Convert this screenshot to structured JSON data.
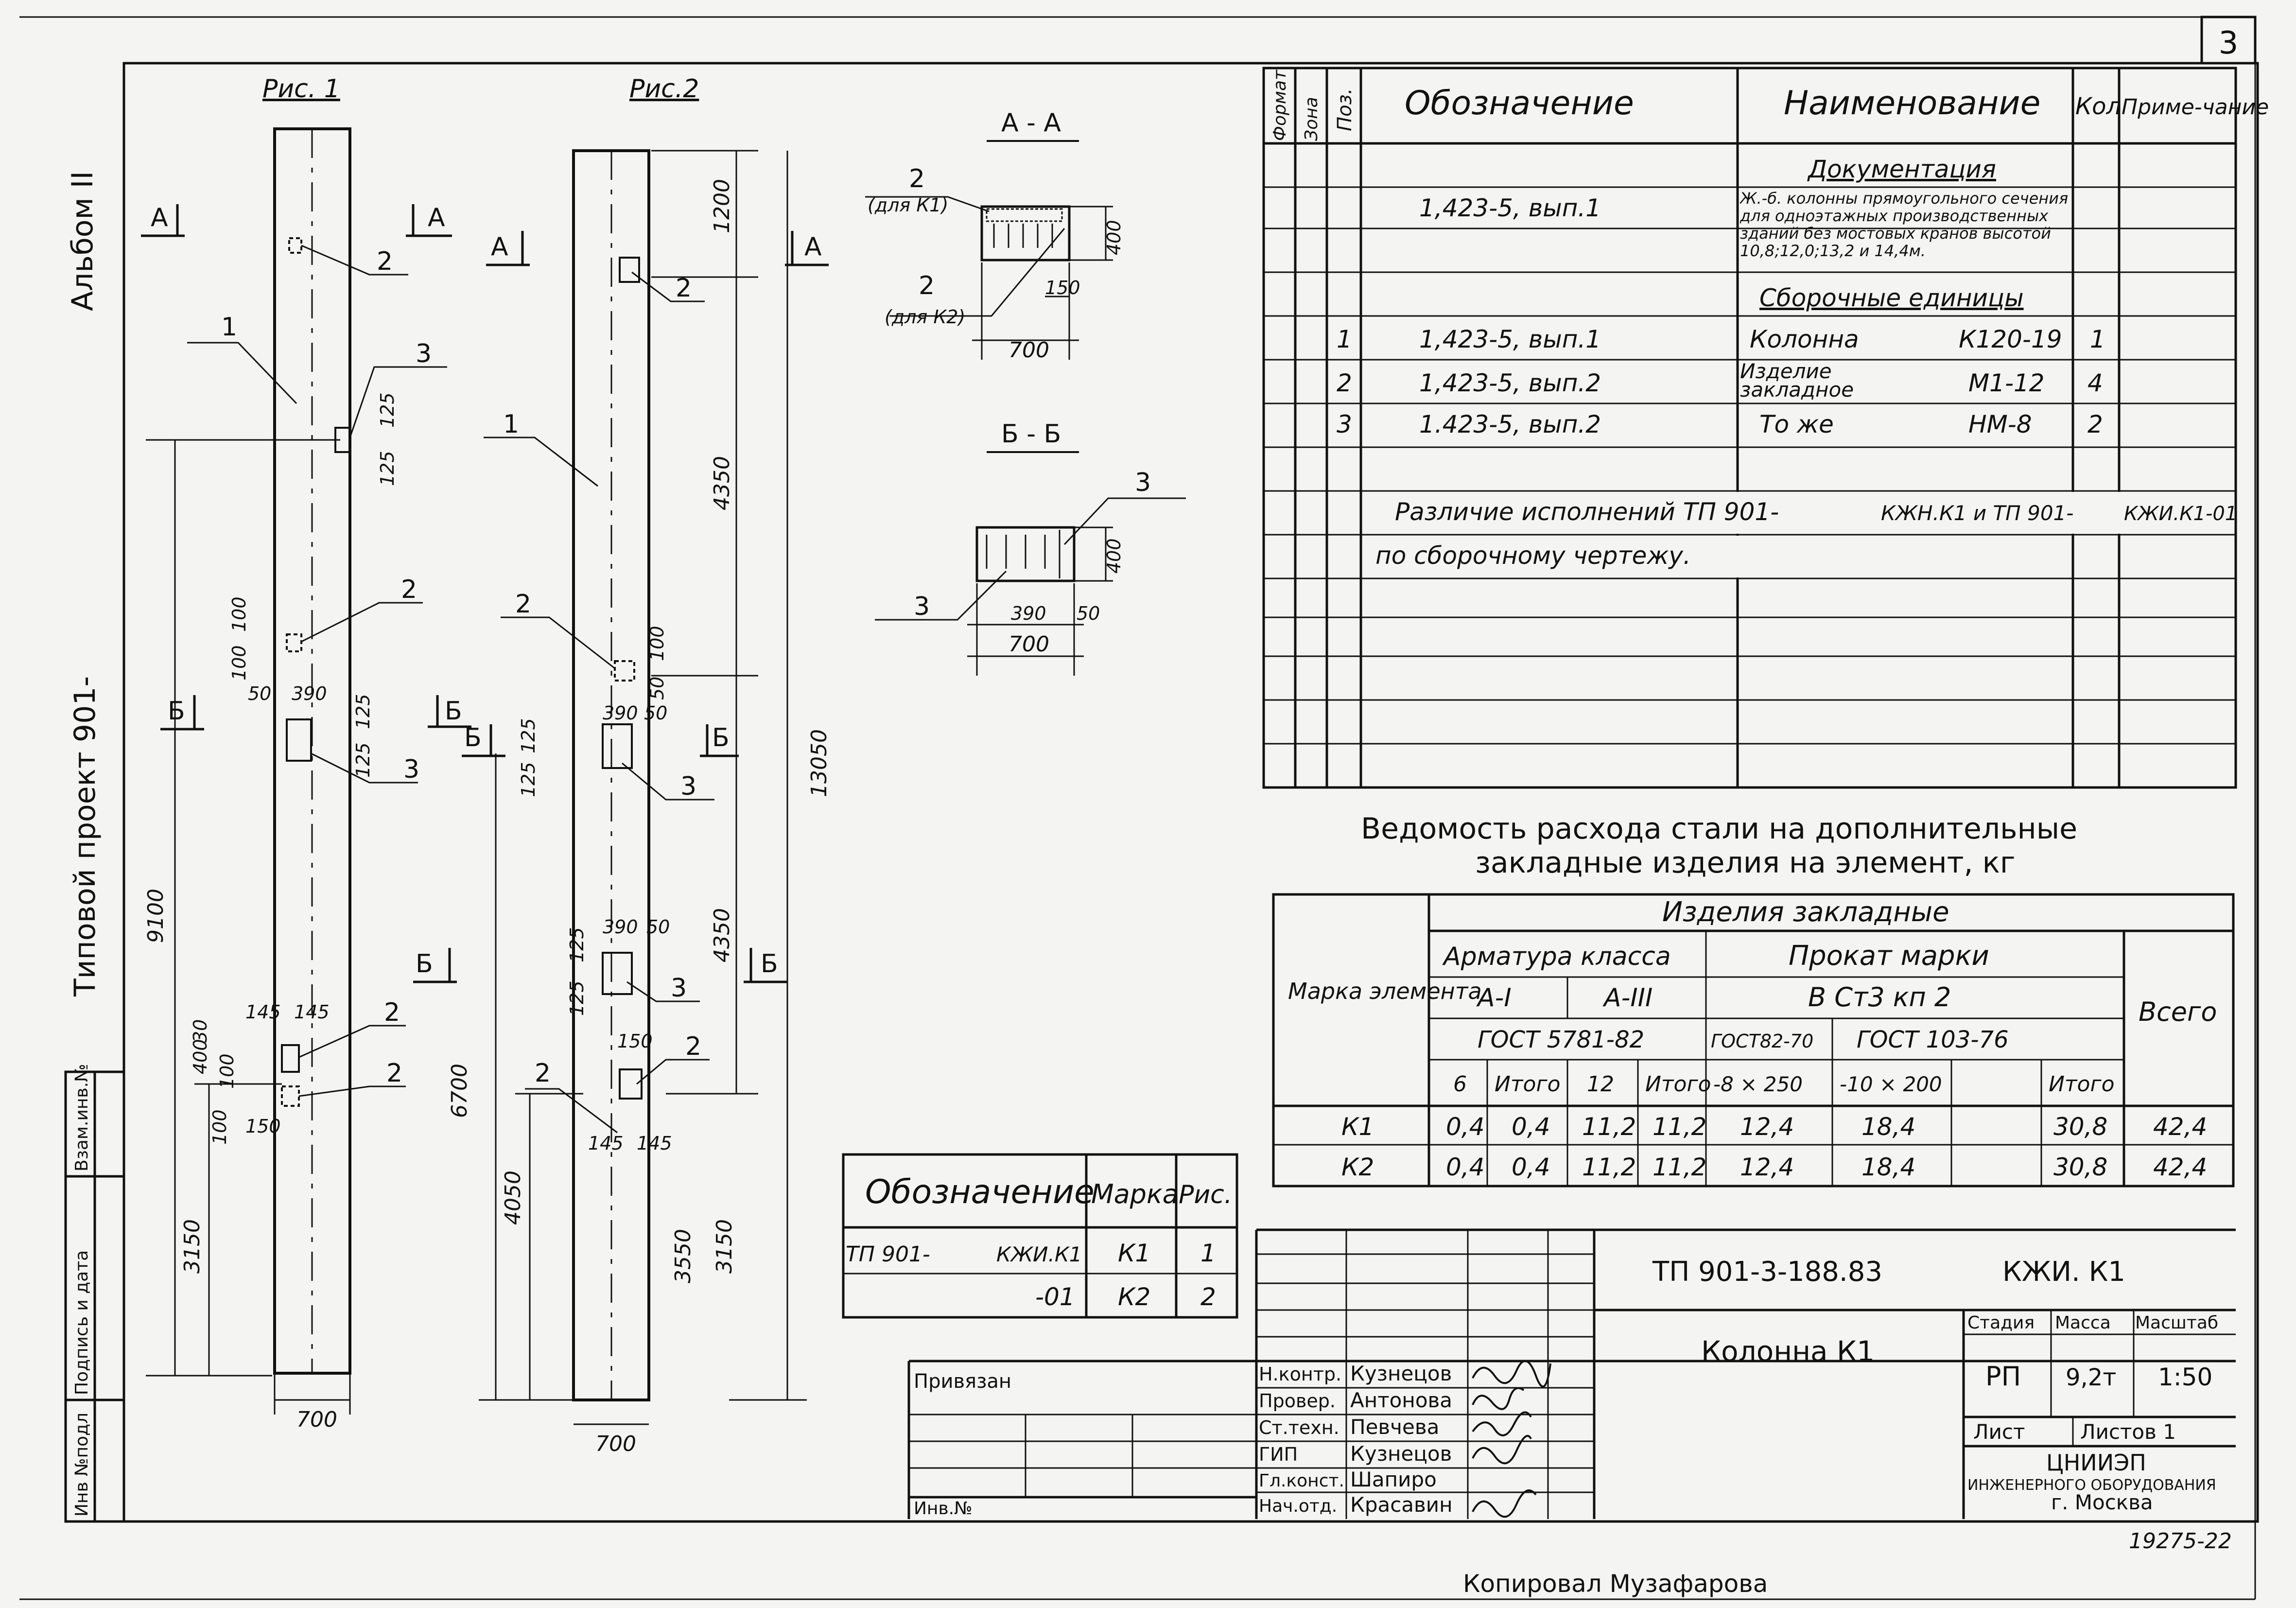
{
  "sheet_number": "3",
  "side_labels": {
    "album": "Альбом II",
    "project": "Типовой проект 901-",
    "stamp_cells": [
      "Инв №подл",
      "Подпись и дата",
      "Взам.инв.№"
    ]
  },
  "figures": {
    "fig1_title": "Рис. 1",
    "fig2_title": "Рис.2",
    "section_aa_title": "А - А",
    "section_bb_title": "Б - Б",
    "cut_a": "А",
    "cut_b": "Б",
    "fig1_dims": [
      "9100",
      "3150",
      "700",
      "125",
      "125",
      "100",
      "100",
      "50",
      "390",
      "125",
      "125",
      "145",
      "145",
      "400",
      "30",
      "100",
      "100",
      "150"
    ],
    "fig2_dims": [
      "1200",
      "4350",
      "13050",
      "4350",
      "6700",
      "4050",
      "3550",
      "3150",
      "700",
      "390",
      "50",
      "125",
      "125",
      "100",
      "50",
      "390",
      "50",
      "125",
      "125",
      "150",
      "145",
      "145"
    ],
    "aa_dims": [
      "400",
      "150",
      "700"
    ],
    "aa_notes": [
      "(для К1)",
      "(для К2)"
    ],
    "bb_dims": [
      "400",
      "390",
      "50",
      "700"
    ],
    "positions": [
      "1",
      "2",
      "3"
    ]
  },
  "spec_table": {
    "headers": [
      "Формат",
      "Зона",
      "Поз.",
      "Обозначение",
      "Наименование",
      "Кол",
      "Приме-чание"
    ],
    "section_docs": "Документация",
    "doc_row": {
      "designation": "1,423-5, вып.1",
      "name": "Ж.-б. колонны прямоугольного сечения для одноэтажных производственных зданий без мостовых кранов высотой 10,8;12,0;13,2 и 14,4м."
    },
    "section_units": "Сборочные единицы",
    "rows": [
      {
        "pos": "1",
        "designation": "1,423-5, вып.1",
        "name": "Колонна",
        "mark": "К120-19",
        "qty": "1"
      },
      {
        "pos": "2",
        "designation": "1,423-5, вып.2",
        "name": "Изделие закладное",
        "mark": "М1-12",
        "qty": "4"
      },
      {
        "pos": "3",
        "designation": "1.423-5, вып.2",
        "name": "То же",
        "mark": "НМ-8",
        "qty": "2"
      }
    ],
    "note_line1": "Различие исполнений ТП 901-",
    "note_line1_b": "КЖН.К1 и ТП 901-",
    "note_line1_c": "КЖИ.К1-01",
    "note_line2": "по сборочному чертежу."
  },
  "steel_table": {
    "title_line1": "Ведомость расхода стали на дополнительные",
    "title_line2": "закладные изделия на элемент, кг",
    "h_items": "Изделия закладные",
    "h_mark": "Марка элемента",
    "h_armature": "Арматура класса",
    "h_rolled": "Прокат марки",
    "h_total": "Всего",
    "h_a1": "А-I",
    "h_a3": "А-III",
    "h_steel": "В Ст3 кп 2",
    "h_gost1": "ГОСТ 5781-82",
    "h_gost2": "ГОСТ82-70",
    "h_gost3": "ГОСТ 103-76",
    "sub_headers": [
      "6",
      "Итого",
      "12",
      "Итого",
      "-8 × 250",
      "-10 × 200",
      "",
      "Итого"
    ],
    "rows": [
      {
        "mark": "К1",
        "values": [
          "0,4",
          "0,4",
          "11,2",
          "11,2",
          "12,4",
          "18,4",
          "",
          "30,8",
          "42,4"
        ]
      },
      {
        "mark": "К2",
        "values": [
          "0,4",
          "0,4",
          "11,2",
          "11,2",
          "12,4",
          "18,4",
          "",
          "30,8",
          "42,4"
        ]
      }
    ]
  },
  "variants_table": {
    "headers": [
      "Обозначение",
      "Марка",
      "Рис."
    ],
    "rows": [
      {
        "designation": "ТП 901-",
        "designation_b": "КЖИ.К1",
        "mark": "К1",
        "fig": "1"
      },
      {
        "designation": "",
        "designation_b": "-01",
        "mark": "К2",
        "fig": "2"
      }
    ]
  },
  "title_block": {
    "code": "ТП 901-3-188.83",
    "code_b": "КЖИ. К1",
    "name": "Колонна К1",
    "stage_h": "Стадия",
    "mass_h": "Масса",
    "scale_h": "Масштаб",
    "stage": "РП",
    "mass": "9,2т",
    "scale": "1:50",
    "sheet_h": "Лист",
    "sheets_h": "Листов 1",
    "org1": "ЦНИИЭП",
    "org2": "ИНЖЕНЕРНОГО ОБОРУДОВАНИЯ",
    "org3": "г. Москва",
    "bound": "Привязан",
    "inv": "Инв.№",
    "signers": [
      {
        "role": "Н.контр.",
        "name": "Кузнецов"
      },
      {
        "role": "Провер.",
        "name": "Антонова"
      },
      {
        "role": "Ст.техн.",
        "name": "Певчева"
      },
      {
        "role": "ГИП",
        "name": "Кузнецов"
      },
      {
        "role": "Гл.конст.",
        "name": "Шапиро"
      },
      {
        "role": "Нач.отд.",
        "name": "Красавин"
      }
    ]
  },
  "footer": {
    "archive_no": "19275-22",
    "copied_by": "Копировал Музафарова"
  }
}
